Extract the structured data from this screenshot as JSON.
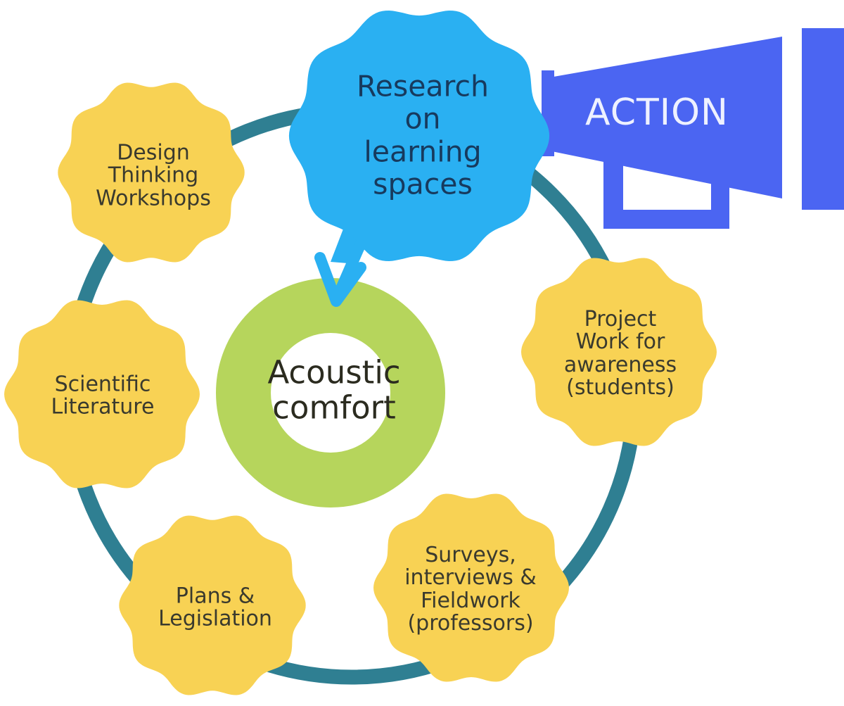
{
  "colors": {
    "ring": "#2f7f92",
    "petal": "#f8d254",
    "research_bubble": "#2ab0f2",
    "center_ring": "#b6d55c",
    "megaphone": "#4b65f2",
    "background": "#ffffff"
  },
  "research": {
    "lines": [
      "Research",
      "on",
      "learning",
      "spaces"
    ]
  },
  "center": {
    "lines": [
      "Acoustic",
      "comfort"
    ]
  },
  "action": {
    "label": "ACTION",
    "icon": "megaphone-icon"
  },
  "nodes": {
    "design": {
      "lines": [
        "Design",
        "Thinking",
        "Workshops"
      ]
    },
    "scientific": {
      "lines": [
        "Scientific",
        "Literature"
      ]
    },
    "plans": {
      "lines": [
        "Plans &",
        "Legislation"
      ]
    },
    "surveys": {
      "lines": [
        "Surveys,",
        "interviews &",
        "Fieldwork",
        "(professors)"
      ]
    },
    "project": {
      "lines": [
        "Project",
        "Work for",
        "awareness",
        "(students)"
      ]
    }
  }
}
